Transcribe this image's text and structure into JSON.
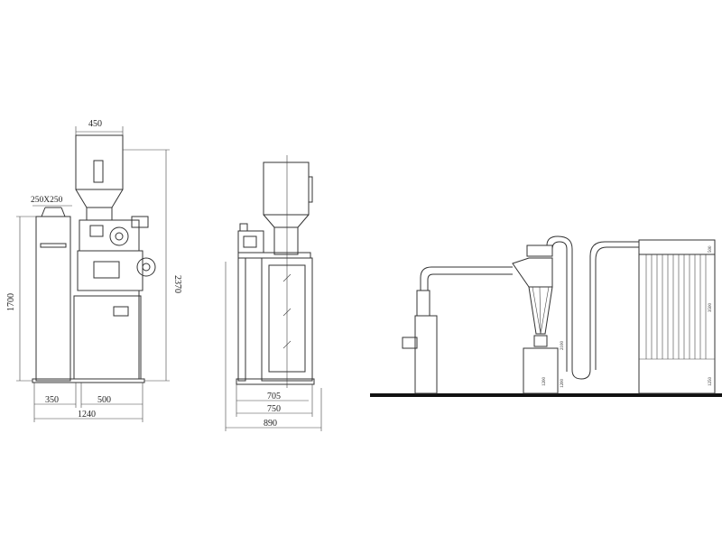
{
  "front_view": {
    "dim_top_width": "450",
    "dim_inlet": "250X250",
    "dim_height_left": "1700",
    "dim_height_right": "2370",
    "dim_bottom_a": "350",
    "dim_bottom_b": "500",
    "dim_total_width": "1240"
  },
  "side_view": {
    "dim_a": "705",
    "dim_b": "750",
    "dim_c": "890"
  },
  "system_view": {
    "label_1": "2100",
    "label_2": "1200",
    "label_3": "3500",
    "label_4": "500",
    "label_5": "1200",
    "label_6": "1250"
  }
}
